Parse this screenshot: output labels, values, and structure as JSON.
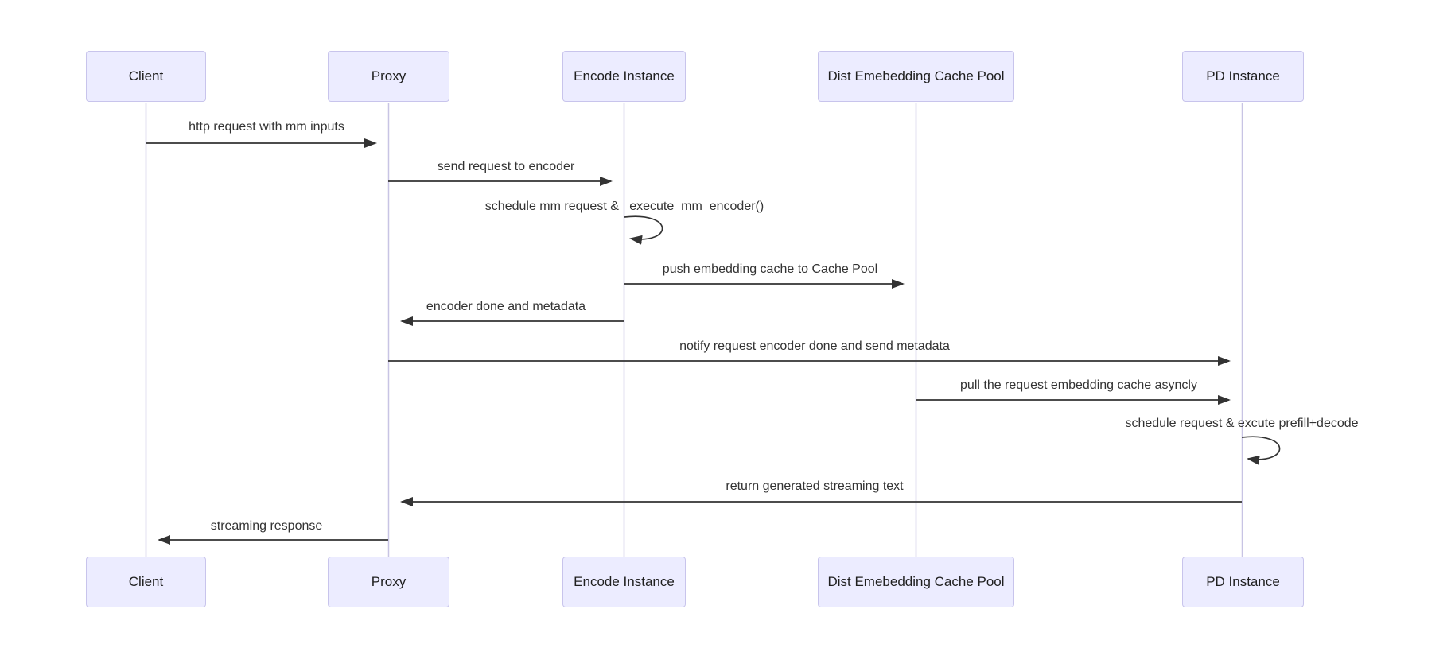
{
  "diagram": {
    "type": "sequence-diagram",
    "background": "#FFFFFF",
    "colors": {
      "actor_fill": "#ECECFF",
      "actor_border": "#C8C4EC",
      "lifeline": "#C8C4E4",
      "arrow": "#333333",
      "message_text": "#333333",
      "actor_text": "#1F1F1F"
    },
    "actors": [
      {
        "id": "client",
        "label": "Client"
      },
      {
        "id": "proxy",
        "label": "Proxy"
      },
      {
        "id": "encode",
        "label": "Encode Instance"
      },
      {
        "id": "cachepool",
        "label": "Dist Emebedding Cache Pool"
      },
      {
        "id": "pd",
        "label": "PD Instance"
      }
    ],
    "messages": [
      {
        "from": "client",
        "to": "proxy",
        "type": "solid-arrow",
        "text": "http request with mm inputs"
      },
      {
        "from": "proxy",
        "to": "encode",
        "type": "solid-arrow",
        "text": "send request to encoder"
      },
      {
        "from": "encode",
        "to": "encode",
        "type": "self-loop",
        "text": "schedule mm request & _execute_mm_encoder()"
      },
      {
        "from": "encode",
        "to": "cachepool",
        "type": "solid-arrow",
        "text": "push embedding cache to Cache Pool"
      },
      {
        "from": "encode",
        "to": "proxy",
        "type": "solid-arrow",
        "text": "encoder done and metadata"
      },
      {
        "from": "proxy",
        "to": "pd",
        "type": "solid-arrow",
        "text": "notify request encoder done and send metadata"
      },
      {
        "from": "cachepool",
        "to": "pd",
        "type": "solid-arrow",
        "text": "pull the request embedding cache asyncly"
      },
      {
        "from": "pd",
        "to": "pd",
        "type": "self-loop",
        "text": "schedule request & excute prefill+decode"
      },
      {
        "from": "pd",
        "to": "proxy",
        "type": "solid-arrow",
        "text": "return generated streaming text"
      },
      {
        "from": "proxy",
        "to": "client",
        "type": "solid-arrow",
        "text": "streaming response"
      }
    ]
  }
}
